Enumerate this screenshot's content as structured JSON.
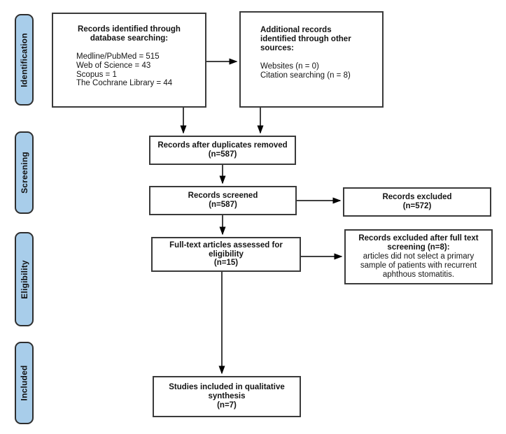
{
  "diagram": {
    "stages": [
      "Identification",
      "Screening",
      "Eligibility",
      "Included"
    ],
    "boxes": {
      "identified": {
        "title": "Records identified through\ndatabase searching:",
        "items": [
          "Medline/PubMed = 515",
          "Web of Science = 43",
          "Scopus = 1",
          "The Cochrane Library = 44"
        ]
      },
      "additional": {
        "title": "Additional records\nidentified through other\nsources:",
        "items": [
          "Websites (n = 0)",
          "Citation searching (n = 8)"
        ]
      },
      "duplicates_removed": {
        "title": "Records after duplicates removed\n(n=587)"
      },
      "screened": {
        "title": "Records screened\n(n=587)"
      },
      "excluded": {
        "title": "Records excluded\n(n=572)"
      },
      "fulltext": {
        "title": "Full-text articles assessed for\neligibility\n(n=15)"
      },
      "excluded_fulltext": {
        "title": "Records excluded after full text\nscreening (n=8):",
        "body": "articles did not select a primary\nsample of patients with recurrent\naphthous stomatitis."
      },
      "included": {
        "title": "Studies included in qualitative\nsynthesis\n(n=7)"
      }
    },
    "colors": {
      "stage_fill": "#a8cdea",
      "stage_border": "#2e2e2e",
      "box_border": "#3a3a3a",
      "arrow": "#000000"
    }
  }
}
